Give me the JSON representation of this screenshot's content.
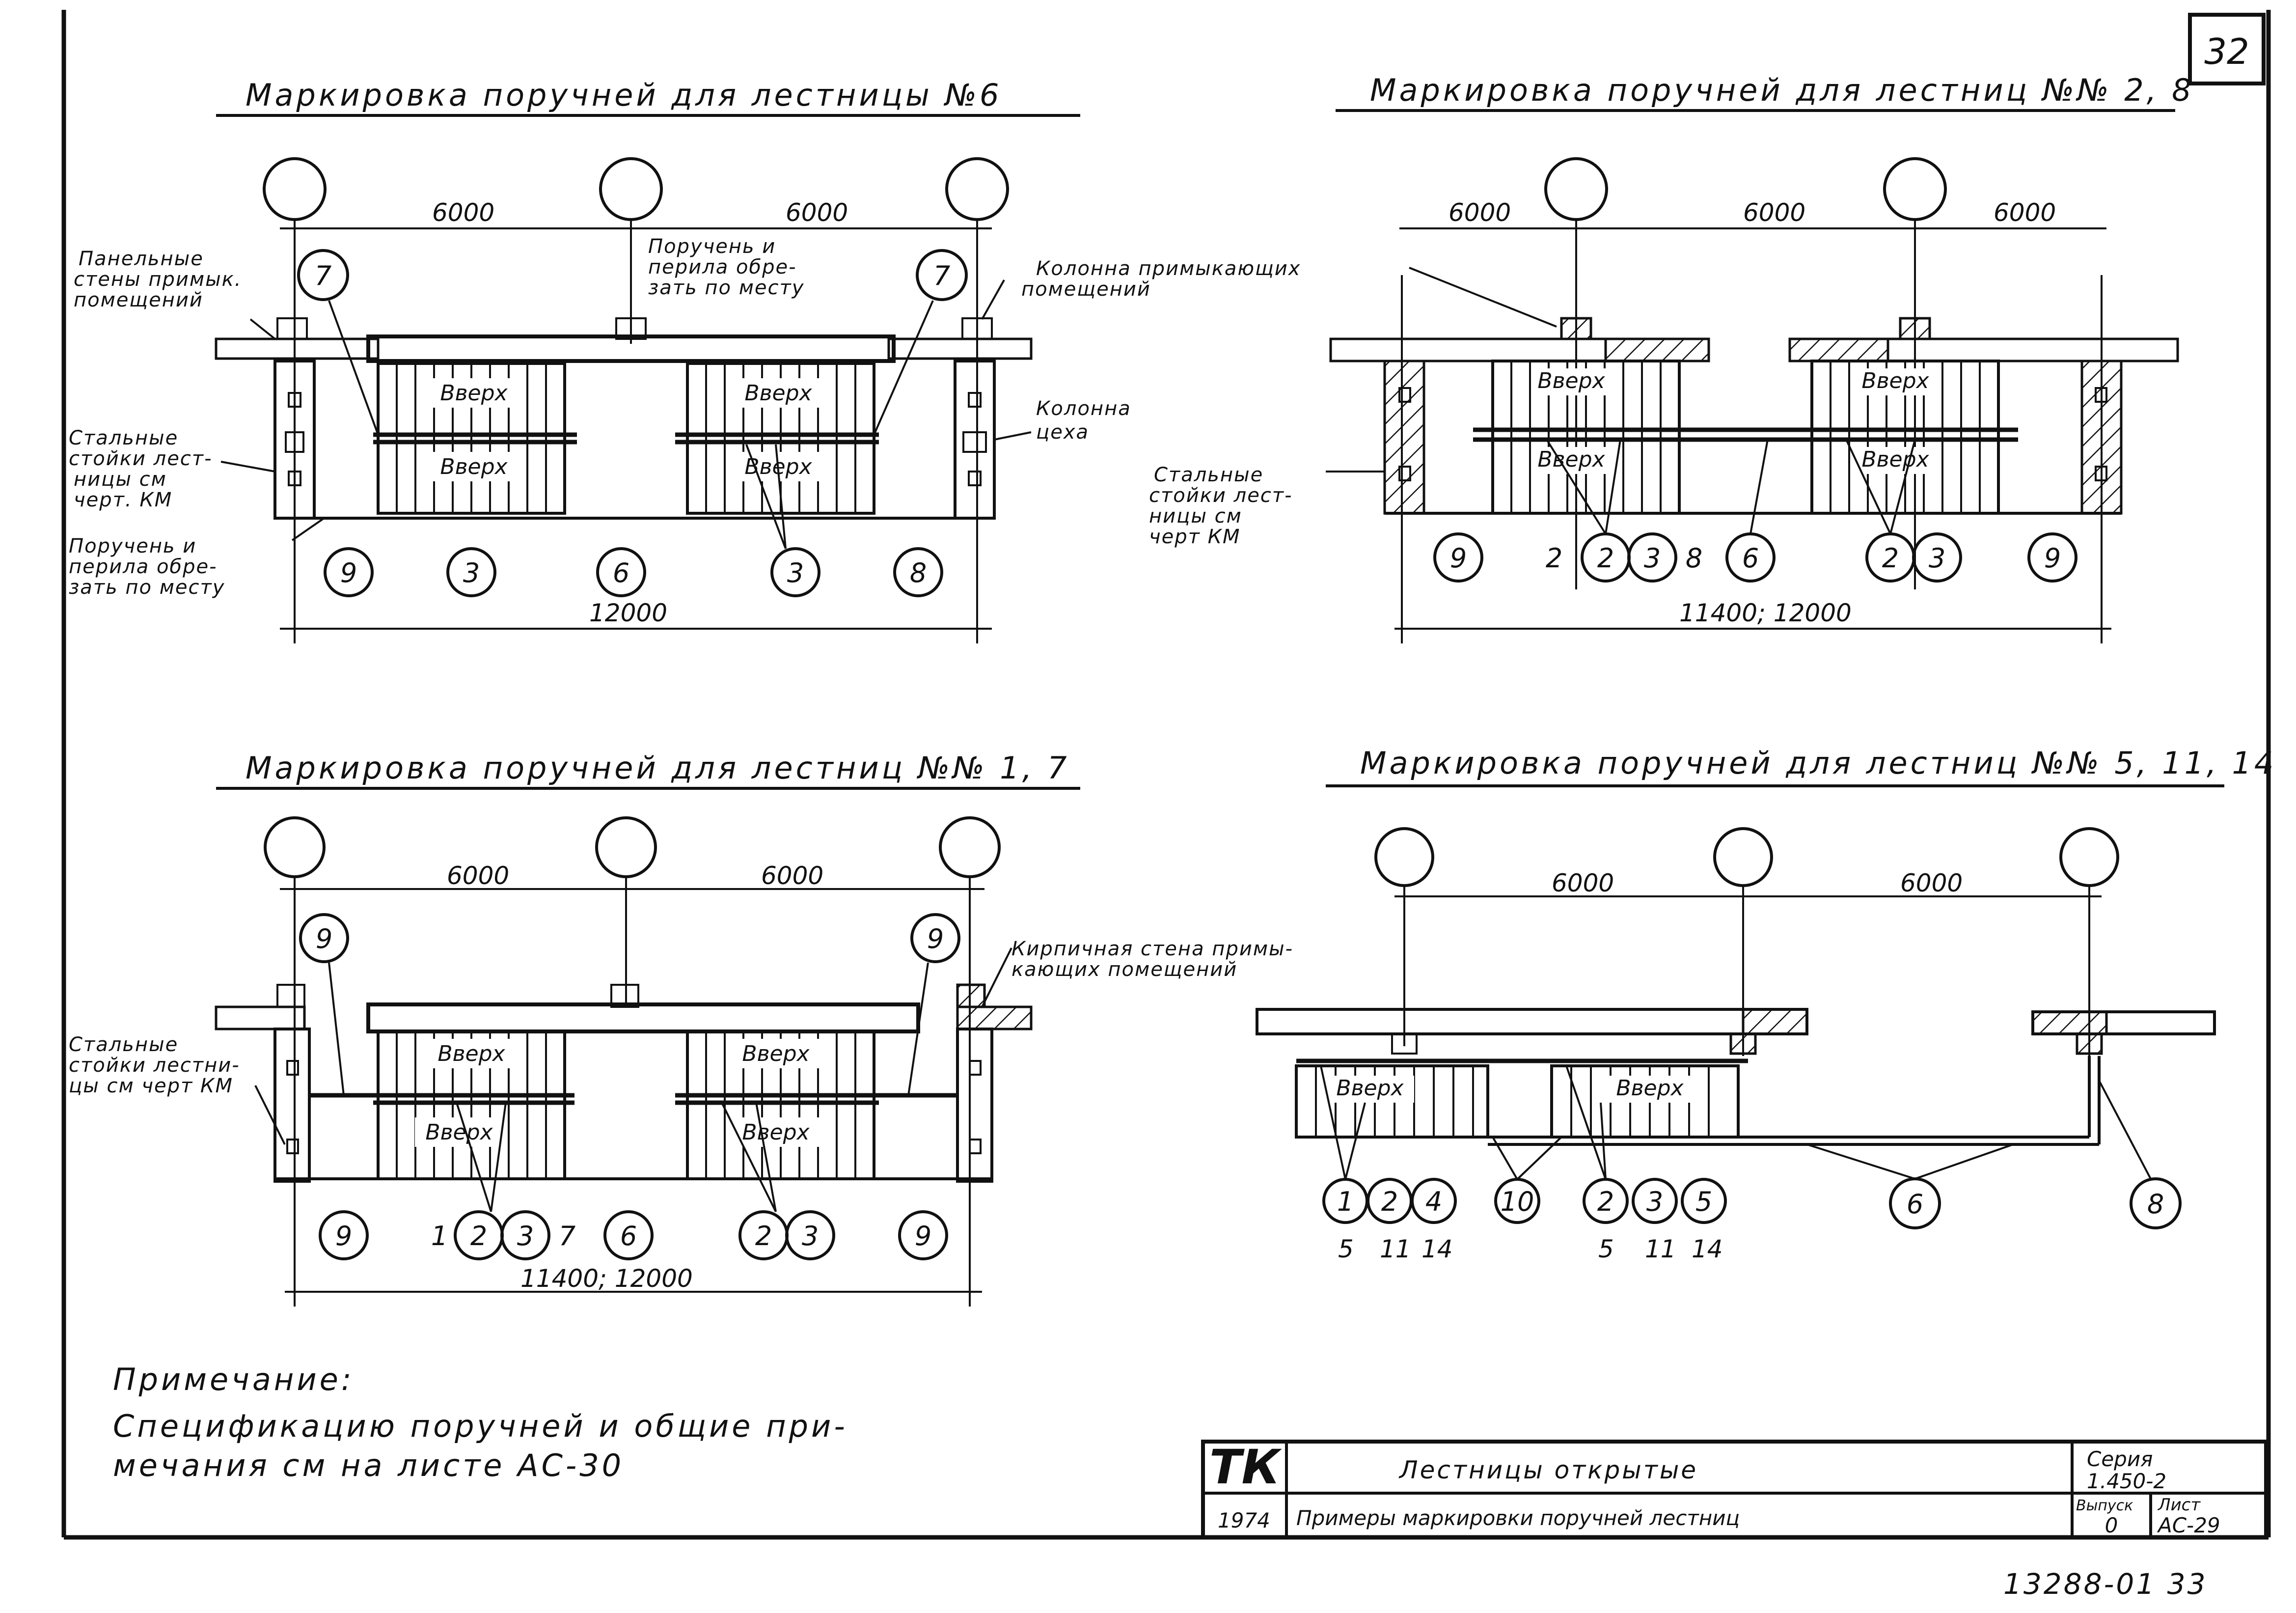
{
  "sheet_number": "32",
  "bottom_ref": "13288-01   33",
  "up_label": "Вверх",
  "panel_a": {
    "title": "Маркировка поручней для лестницы №6",
    "dims_top": [
      "6000",
      "6000"
    ],
    "dim_bottom": "12000",
    "note_left_top": [
      "Панельные",
      "стены примык.",
      "помещений"
    ],
    "note_left_mid": [
      "Стальные",
      "стойки лест-",
      "ницы см",
      "черт. КМ"
    ],
    "note_left_bottom": [
      "Поручень и",
      "перила обре-",
      "зать по месту"
    ],
    "note_center": [
      "Поручень и",
      "перила обре-",
      "зать по месту"
    ],
    "note_right_top": [
      "Колонна примыкающих",
      "помещений"
    ],
    "note_right_mid": [
      "Колонна",
      "цеха"
    ],
    "marks_top": [
      "7",
      "7"
    ],
    "marks_bottom": [
      "9",
      "3",
      "6",
      "3",
      "8"
    ]
  },
  "panel_b": {
    "title": "Маркировка поручней для лестниц №№ 2, 8",
    "dims_top": [
      "6000",
      "6000",
      "6000"
    ],
    "dim_bottom": "11400; 12000",
    "note_left": [
      "Стальные",
      "стойки лест-",
      "ницы см",
      "черт КМ"
    ],
    "marks_bottom": [
      "9",
      "2",
      "3",
      "6",
      "2",
      "3",
      "9"
    ],
    "small_labels": [
      "2",
      "8"
    ]
  },
  "panel_c": {
    "title": "Маркировка поручней для лестниц №№ 1, 7",
    "dims_top": [
      "6000",
      "6000"
    ],
    "dim_bottom": "11400; 12000",
    "note_left": [
      "Стальные",
      "стойки лестни-",
      "цы см черт КМ"
    ],
    "note_right": [
      "Кирпичная стена примы-",
      "кающих помещений"
    ],
    "marks_top": [
      "9",
      "9"
    ],
    "marks_bottom": [
      "9",
      "2",
      "3",
      "6",
      "2",
      "3",
      "9"
    ],
    "small_labels": [
      "1",
      "7"
    ]
  },
  "panel_d": {
    "title": "Маркировка поручней для лестниц №№ 5, 11, 14",
    "dims_top": [
      "6000",
      "6000"
    ],
    "marks_bottom": [
      "1",
      "2",
      "4",
      "10",
      "2",
      "3",
      "5",
      "6",
      "8"
    ],
    "sub_labels": [
      "5",
      "11",
      "14",
      "5",
      "11",
      "14"
    ]
  },
  "note": {
    "heading": "Примечание:",
    "line1": "Спецификацию поручней и общие при-",
    "line2": "мечания см на листе АС-30"
  },
  "title_block": {
    "logo": "ТК",
    "name": "Лестницы открытые",
    "series_label": "Серия",
    "series_value": "1.450-2",
    "year": "1974",
    "subtitle": "Примеры маркировки поручней лестниц",
    "issue_label": "Выпуск",
    "issue_value": "0",
    "sheet_label": "Лист",
    "sheet_value": "АС-29"
  }
}
